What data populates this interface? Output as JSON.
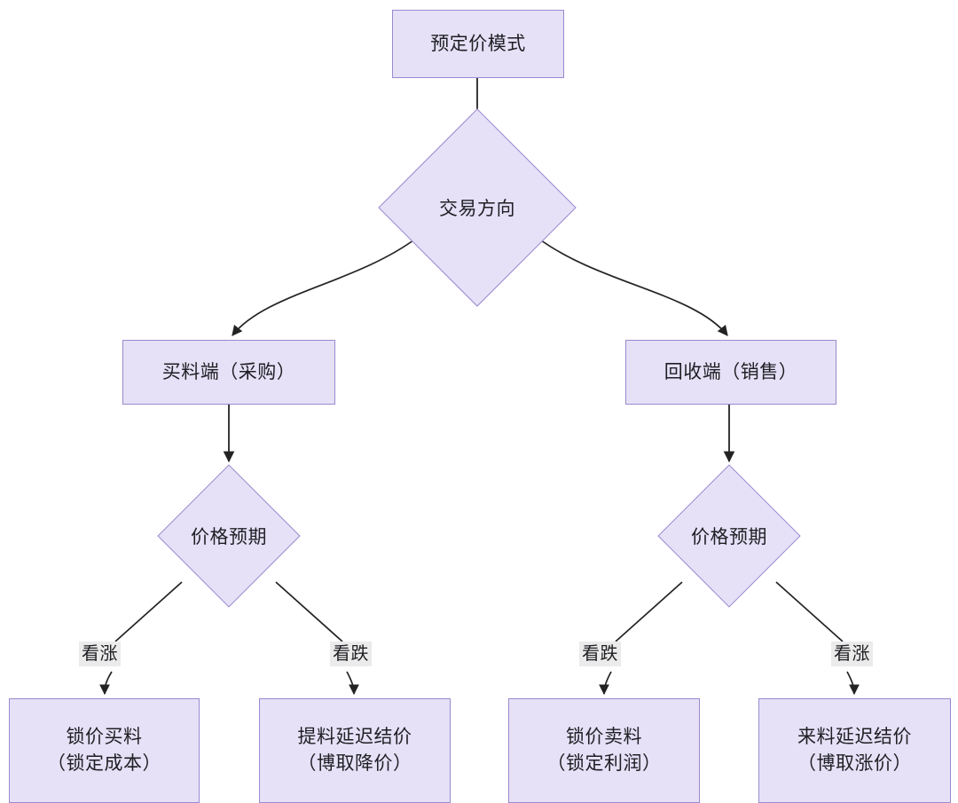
{
  "diagram": {
    "type": "flowchart",
    "title": "预定价模式",
    "background_color": "#ffffff",
    "node_fill_color": "#e6e1f7",
    "node_border_color": "#9b89cf",
    "edge_color": "#232323",
    "edge_label_bg_color": "#ebebeb",
    "text_color": "#1f1f24"
  },
  "nodes": {
    "root": {
      "label": "预定价模式",
      "shape": "rect"
    },
    "direction": {
      "label": "交易方向",
      "shape": "diamond"
    },
    "buy_side": {
      "label": "买料端（采购）",
      "shape": "rect"
    },
    "sell_side": {
      "label": "回收端（销售）",
      "shape": "rect"
    },
    "price_expect_left": {
      "label": "价格预期",
      "shape": "diamond"
    },
    "price_expect_right": {
      "label": "价格预期",
      "shape": "diamond"
    },
    "leaf_1": {
      "label": "锁价买料\n（锁定成本）",
      "shape": "rect"
    },
    "leaf_2": {
      "label": "提料延迟结价\n（博取降价）",
      "shape": "rect"
    },
    "leaf_3": {
      "label": "锁价卖料\n（锁定利润）",
      "shape": "rect"
    },
    "leaf_4": {
      "label": "来料延迟结价\n（博取涨价）",
      "shape": "rect"
    }
  },
  "edge_labels": {
    "left_bullish": "看涨",
    "left_bearish": "看跌",
    "right_bearish": "看跌",
    "right_bullish": "看涨"
  }
}
